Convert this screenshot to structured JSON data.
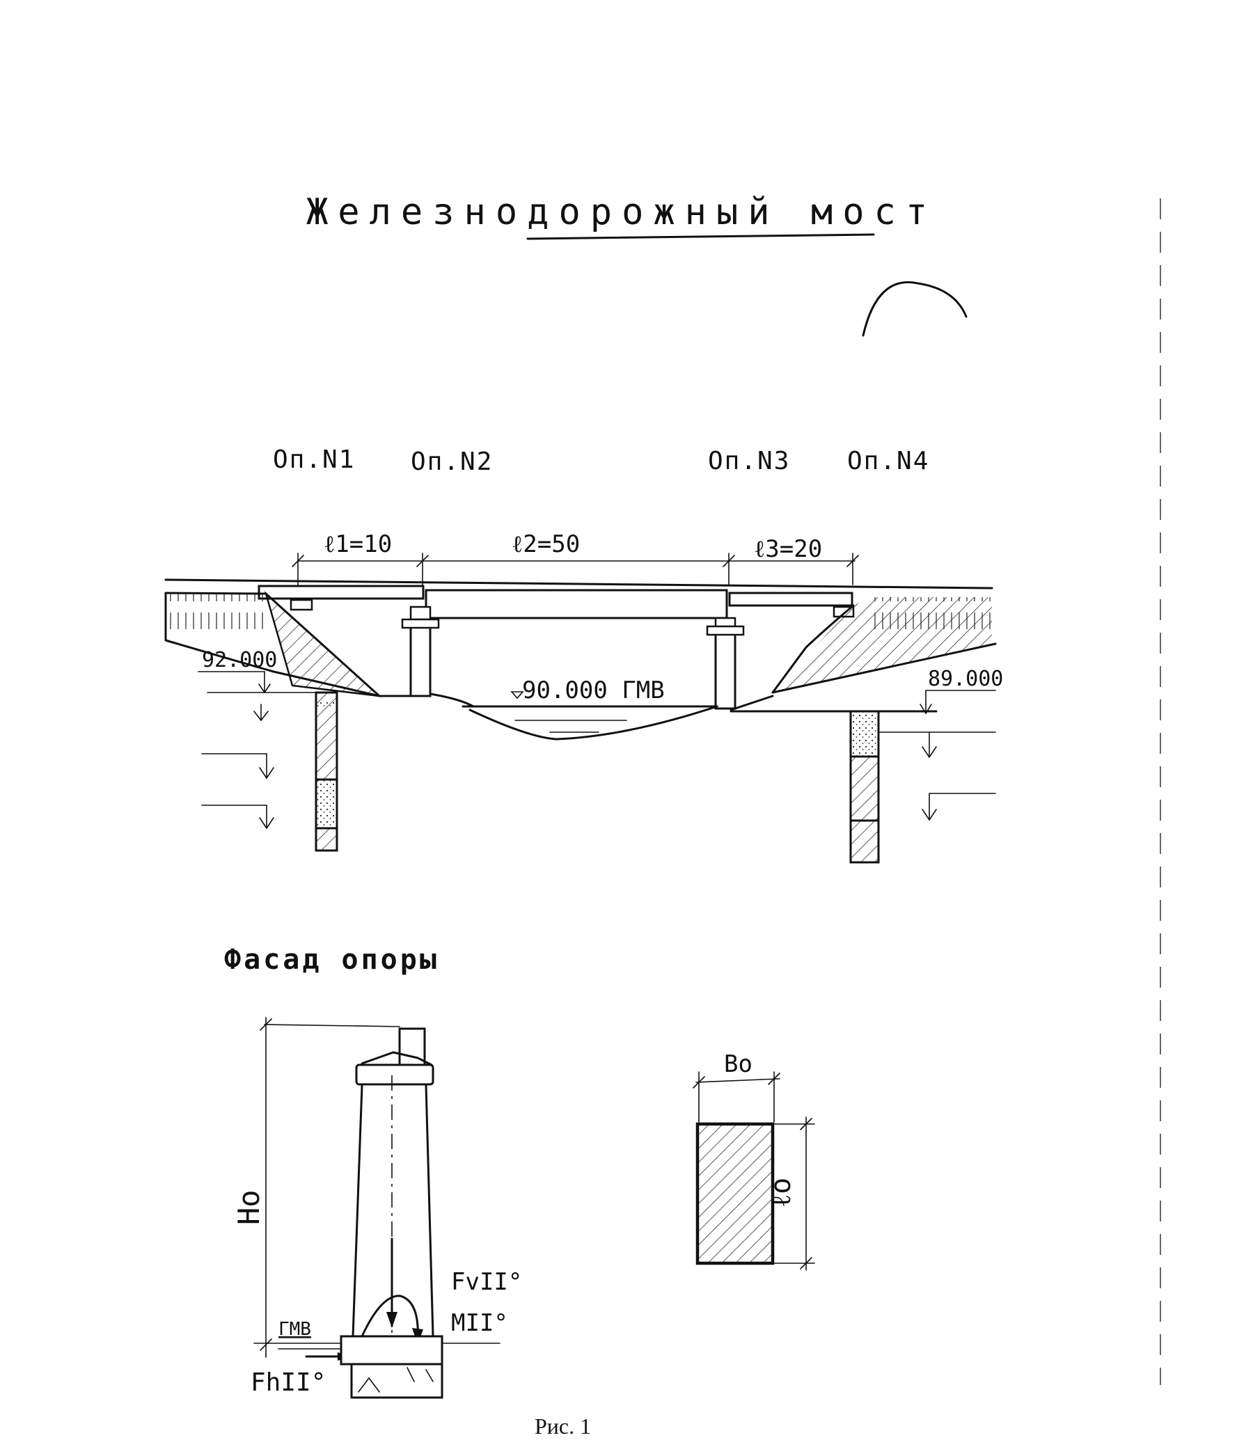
{
  "title": "Железнодорожный мост",
  "supports": [
    "Оп.N1",
    "Оп.N2",
    "Оп.N3",
    "Оп.N4"
  ],
  "spans": [
    "ℓ1=10",
    "ℓ2=50",
    "ℓ3=20"
  ],
  "levels": {
    "left_bank": "92.000",
    "water": "90.000 ГМВ",
    "right_bank": "89.000"
  },
  "section_title": "Фасад опоры",
  "pier_labels": {
    "height": "Hо",
    "water": "ГМВ",
    "vertical_force": "FvII°",
    "moment": "MII°",
    "horizontal_force": "FhII°"
  },
  "cross_section": {
    "width": "Bо",
    "length": "ℓо"
  },
  "caption": "Рис. 1"
}
